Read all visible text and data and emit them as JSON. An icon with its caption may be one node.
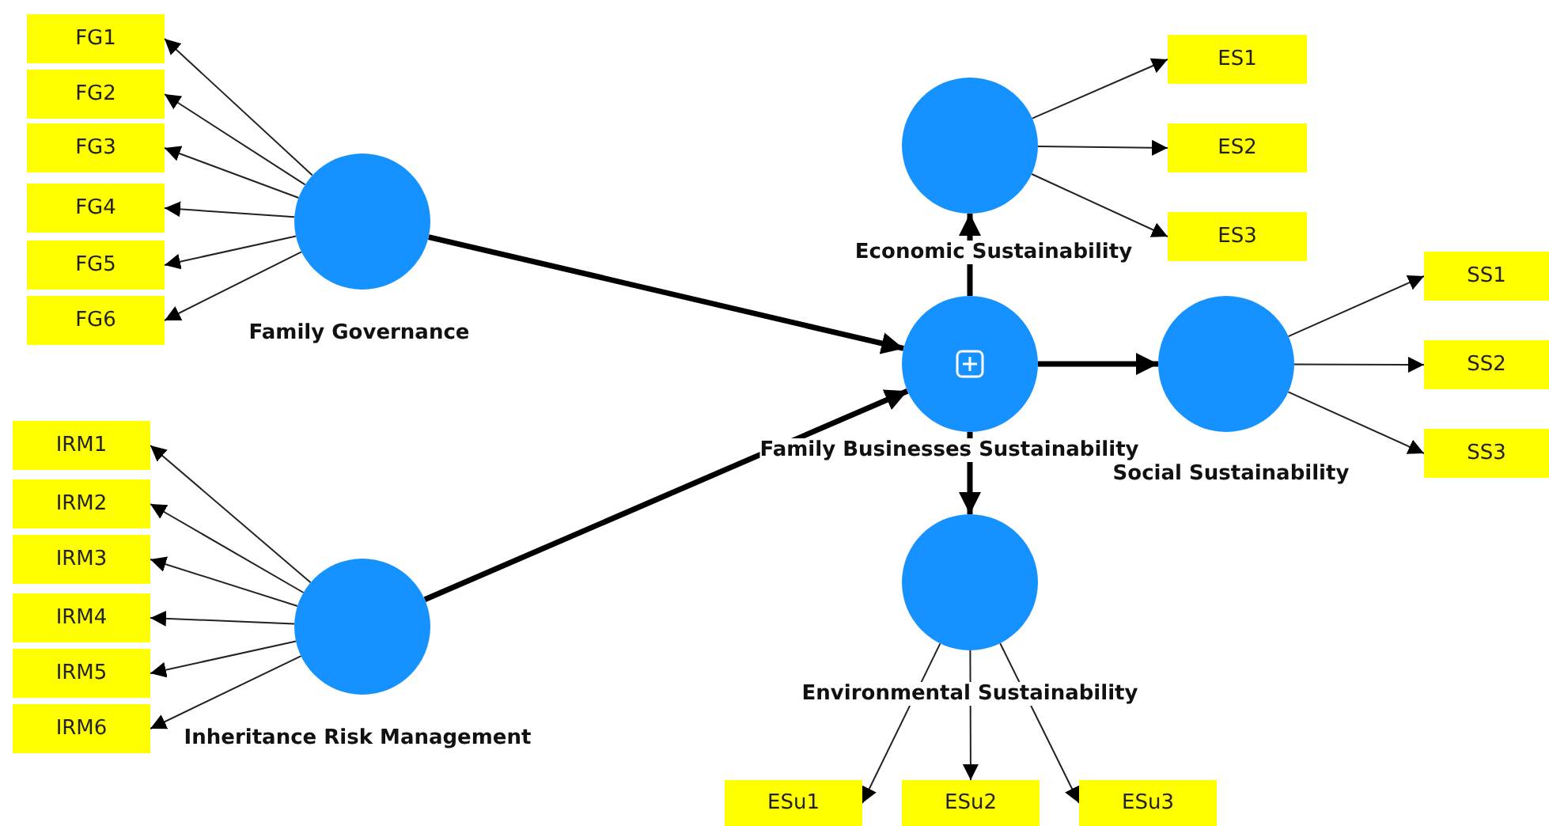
{
  "diagram": {
    "nodes": [
      {
        "text": [
          "FG1"
        ]
      },
      {
        "text": [
          "FG2"
        ]
      },
      {
        "text": [
          "FG3"
        ]
      },
      {
        "text": [
          "FG4"
        ]
      },
      {
        "text": [
          "FG5"
        ]
      },
      {
        "text": [
          "FG6"
        ]
      },
      {
        "text": [
          "Family Governance"
        ]
      },
      {
        "text": [
          "IRM1"
        ]
      },
      {
        "text": [
          "IRM2"
        ]
      },
      {
        "text": [
          "IRM3"
        ]
      },
      {
        "text": [
          "IRM4"
        ]
      },
      {
        "text": [
          "IRM5"
        ]
      },
      {
        "text": [
          "IRM6"
        ]
      },
      {
        "text": [
          "Inheritance Risk Management"
        ]
      },
      {
        "text": [
          "Economic Sustainability"
        ]
      },
      {
        "text": [
          "ES1"
        ]
      },
      {
        "text": [
          "ES2"
        ]
      },
      {
        "text": [
          "ES3"
        ]
      },
      {
        "text": [
          "Family Businesses Sustainability"
        ]
      },
      {
        "text": [
          "Social Sustainability"
        ]
      },
      {
        "text": [
          "SS1"
        ]
      },
      {
        "text": [
          "SS2"
        ]
      },
      {
        "text": [
          "SS3"
        ]
      },
      {
        "text": [
          "Environmental Sustainability"
        ]
      },
      {
        "text": [
          "ESu1"
        ]
      },
      {
        "text": [
          "ESu2"
        ]
      },
      {
        "text": [
          "ESu3"
        ]
      }
    ],
    "edges": [
      {
        "from": 6,
        "to": 0,
        "arrow": "to"
      },
      {
        "from": 6,
        "to": 1,
        "arrow": "to"
      },
      {
        "from": 6,
        "to": 2,
        "arrow": "to"
      },
      {
        "from": 6,
        "to": 3,
        "arrow": "to"
      },
      {
        "from": 6,
        "to": 4,
        "arrow": "to"
      },
      {
        "from": 6,
        "to": 5,
        "arrow": "to"
      },
      {
        "from": 13,
        "to": 7,
        "arrow": "to"
      },
      {
        "from": 13,
        "to": 8,
        "arrow": "to"
      },
      {
        "from": 13,
        "to": 9,
        "arrow": "to"
      },
      {
        "from": 13,
        "to": 10,
        "arrow": "to"
      },
      {
        "from": 13,
        "to": 11,
        "arrow": "to"
      },
      {
        "from": 13,
        "to": 12,
        "arrow": "to"
      },
      {
        "from": 6,
        "to": 18,
        "arrow": "to",
        "style": "thick"
      },
      {
        "from": 13,
        "to": 18,
        "arrow": "to",
        "style": "thick"
      },
      {
        "from": 18,
        "to": 14,
        "arrow": "to",
        "style": "thick"
      },
      {
        "from": 18,
        "to": 19,
        "arrow": "to",
        "style": "thick"
      },
      {
        "from": 18,
        "to": 23,
        "arrow": "to",
        "style": "thick"
      },
      {
        "from": 14,
        "to": 15,
        "arrow": "to"
      },
      {
        "from": 14,
        "to": 16,
        "arrow": "to"
      },
      {
        "from": 14,
        "to": 17,
        "arrow": "to"
      },
      {
        "from": 19,
        "to": 20,
        "arrow": "to"
      },
      {
        "from": 19,
        "to": 21,
        "arrow": "to"
      },
      {
        "from": 19,
        "to": 22,
        "arrow": "to"
      },
      {
        "from": 23,
        "to": 24,
        "arrow": "to"
      },
      {
        "from": 23,
        "to": 25,
        "arrow": "to"
      },
      {
        "from": 23,
        "to": 26,
        "arrow": "to"
      }
    ]
  }
}
